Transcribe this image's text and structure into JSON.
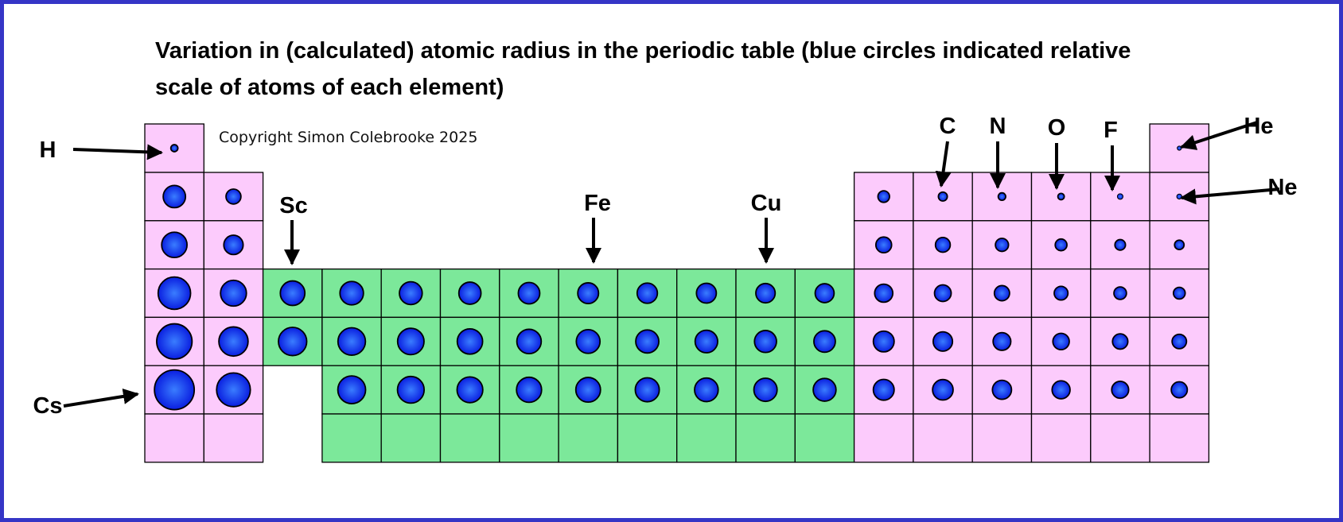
{
  "title": "Variation in (calculated) atomic radius in the periodic table (blue circles indicated relative scale of atoms of each element)",
  "copyright": "Copyright Simon Colebrooke 2025",
  "colors": {
    "frame": "#3535c6",
    "s_block_and_p_block": "#fccbfc",
    "d_block": "#7ce89a",
    "atom_fill_center": "#3a7dff",
    "atom_fill_edge": "#0a1ee0",
    "cell_border": "#000000"
  },
  "element_labels": [
    {
      "symbol": "H",
      "period": 1,
      "group": 1
    },
    {
      "symbol": "He",
      "period": 1,
      "group": 18
    },
    {
      "symbol": "Ne",
      "period": 2,
      "group": 18
    },
    {
      "symbol": "C",
      "period": 2,
      "group": 14
    },
    {
      "symbol": "N",
      "period": 2,
      "group": 15
    },
    {
      "symbol": "O",
      "period": 2,
      "group": 16
    },
    {
      "symbol": "F",
      "period": 2,
      "group": 17
    },
    {
      "symbol": "Sc",
      "period": 4,
      "group": 3
    },
    {
      "symbol": "Fe",
      "period": 4,
      "group": 8
    },
    {
      "symbol": "Cu",
      "period": 4,
      "group": 11
    },
    {
      "symbol": "Cs",
      "period": 6,
      "group": 1
    }
  ],
  "relative_radius": {
    "period_1": {
      "1": 53,
      "18": 31
    },
    "period_2": {
      "1": 167,
      "2": 112,
      "13": 87,
      "14": 67,
      "15": 56,
      "16": 48,
      "17": 42,
      "18": 38
    },
    "period_3": {
      "1": 190,
      "2": 145,
      "13": 118,
      "14": 111,
      "15": 98,
      "16": 88,
      "17": 79,
      "18": 71
    },
    "period_4": {
      "1": 243,
      "2": 194,
      "3": 184,
      "4": 176,
      "5": 171,
      "6": 166,
      "7": 161,
      "8": 156,
      "9": 152,
      "10": 149,
      "11": 145,
      "12": 142,
      "13": 136,
      "14": 125,
      "15": 114,
      "16": 103,
      "17": 94,
      "18": 88
    },
    "period_5": {
      "1": 265,
      "2": 219,
      "3": 212,
      "4": 206,
      "5": 198,
      "6": 190,
      "7": 183,
      "8": 178,
      "9": 173,
      "10": 169,
      "11": 165,
      "12": 161,
      "13": 156,
      "14": 145,
      "15": 133,
      "16": 123,
      "17": 115,
      "18": 108
    },
    "period_6": {
      "1": 298,
      "2": 253,
      "4": 208,
      "5": 200,
      "6": 193,
      "7": 188,
      "8": 185,
      "9": 180,
      "10": 177,
      "11": 174,
      "12": 171,
      "13": 156,
      "14": 154,
      "15": 143,
      "16": 135,
      "17": 127,
      "18": 120
    }
  }
}
